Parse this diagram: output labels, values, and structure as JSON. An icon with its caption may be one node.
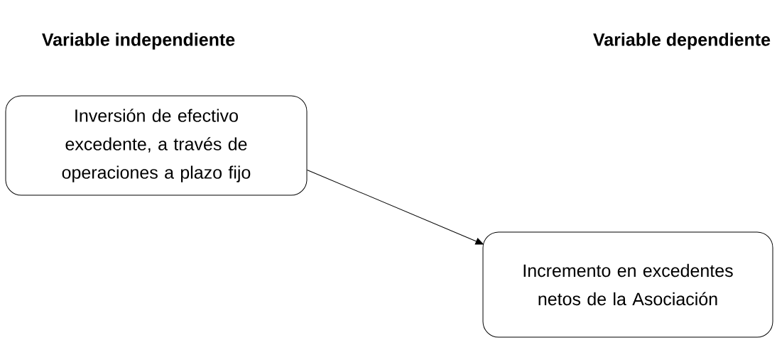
{
  "diagram": {
    "nodes": [
      {
        "text": [
          "Inversión de efectivo excedente, a través de operaciones a plazo fijo"
        ]
      },
      {
        "text": [
          "Incremento en excedentes netos de la Asociación"
        ]
      }
    ],
    "edges": [
      {
        "from": 0,
        "to": 1,
        "arrow": "to"
      }
    ],
    "labels": [
      "Variable independiente",
      "Variable dependiente"
    ]
  }
}
